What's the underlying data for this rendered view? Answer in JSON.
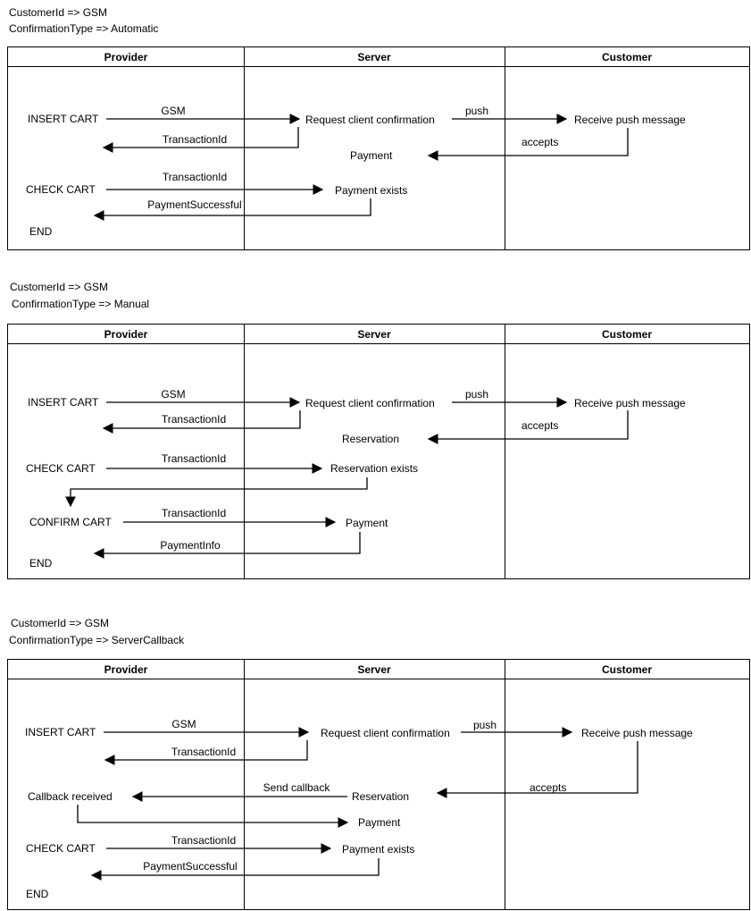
{
  "panels": [
    {
      "meta": {
        "line1": "CustomerId => GSM",
        "line2": "ConfirmationType => Automatic"
      },
      "columns": {
        "provider": "Provider",
        "server": "Server",
        "customer": "Customer"
      },
      "labels": {
        "insert_cart": "INSERT CART",
        "gsm": "GSM",
        "request_confirmation": "Request client confirmation",
        "push": "push",
        "receive_push": "Receive push message",
        "transaction_id_1": "TransactionId",
        "accepts": "accepts",
        "payment": "Payment",
        "check_cart": "CHECK CART",
        "transaction_id_2": "TransactionId",
        "payment_exists": "Payment exists",
        "payment_successful": "PaymentSuccessful",
        "end": "END"
      }
    },
    {
      "meta": {
        "line1": "CustomerId => GSM",
        "line2": "ConfirmationType => Manual"
      },
      "columns": {
        "provider": "Provider",
        "server": "Server",
        "customer": "Customer"
      },
      "labels": {
        "insert_cart": "INSERT CART",
        "gsm": "GSM",
        "request_confirmation": "Request client confirmation",
        "push": "push",
        "receive_push": "Receive push message",
        "transaction_id_1": "TransactionId",
        "accepts": "accepts",
        "reservation": "Reservation",
        "check_cart": "CHECK CART",
        "transaction_id_2": "TransactionId",
        "reservation_exists": "Reservation exists",
        "confirm_cart": "CONFIRM CART",
        "transaction_id_3": "TransactionId",
        "payment": "Payment",
        "payment_info": "PaymentInfo",
        "end": "END"
      }
    },
    {
      "meta": {
        "line1": "CustomerId => GSM",
        "line2": "ConfirmationType => ServerCallback"
      },
      "columns": {
        "provider": "Provider",
        "server": "Server",
        "customer": "Customer"
      },
      "labels": {
        "insert_cart": "INSERT CART",
        "gsm": "GSM",
        "request_confirmation": "Request client confirmation",
        "push": "push",
        "receive_push": "Receive push message",
        "transaction_id_1": "TransactionId",
        "send_callback": "Send callback",
        "reservation": "Reservation",
        "callback_received": "Callback received",
        "accepts": "accepts",
        "payment": "Payment",
        "check_cart": "CHECK CART",
        "transaction_id_2": "TransactionId",
        "payment_exists": "Payment exists",
        "payment_successful": "PaymentSuccessful",
        "end": "END"
      }
    }
  ]
}
